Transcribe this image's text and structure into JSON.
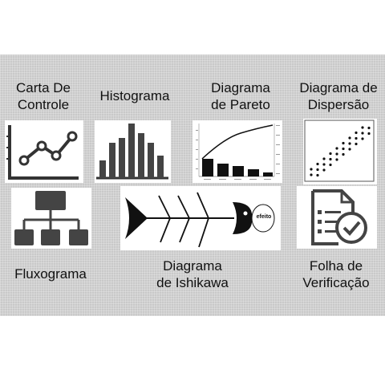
{
  "labels": {
    "control_chart": "Carta De\nControle",
    "histogram": "Histograma",
    "pareto": "Diagrama\nde Pareto",
    "scatter": "Diagrama de\nDispersão",
    "flowchart": "Fluxograma",
    "ishikawa": "Diagrama\nde Ishikawa",
    "checksheet": "Folha de\nVerificação"
  },
  "ishikawa_head_label": "efeito",
  "colors": {
    "band": "#c9c9c9",
    "icon": "#333333",
    "text": "#111111"
  },
  "icons": [
    "control-chart-icon",
    "histogram-icon",
    "pareto-chart-icon",
    "scatter-plot-icon",
    "flowchart-icon",
    "fishbone-icon",
    "checklist-icon"
  ],
  "mini_charts": {
    "control_chart_points": [
      1,
      3,
      2,
      4
    ],
    "histogram_bars": [
      3,
      6,
      7,
      9,
      7,
      6,
      3
    ],
    "pareto_bars": [
      10,
      7,
      5,
      3,
      1
    ],
    "scatter_cols": 10
  }
}
